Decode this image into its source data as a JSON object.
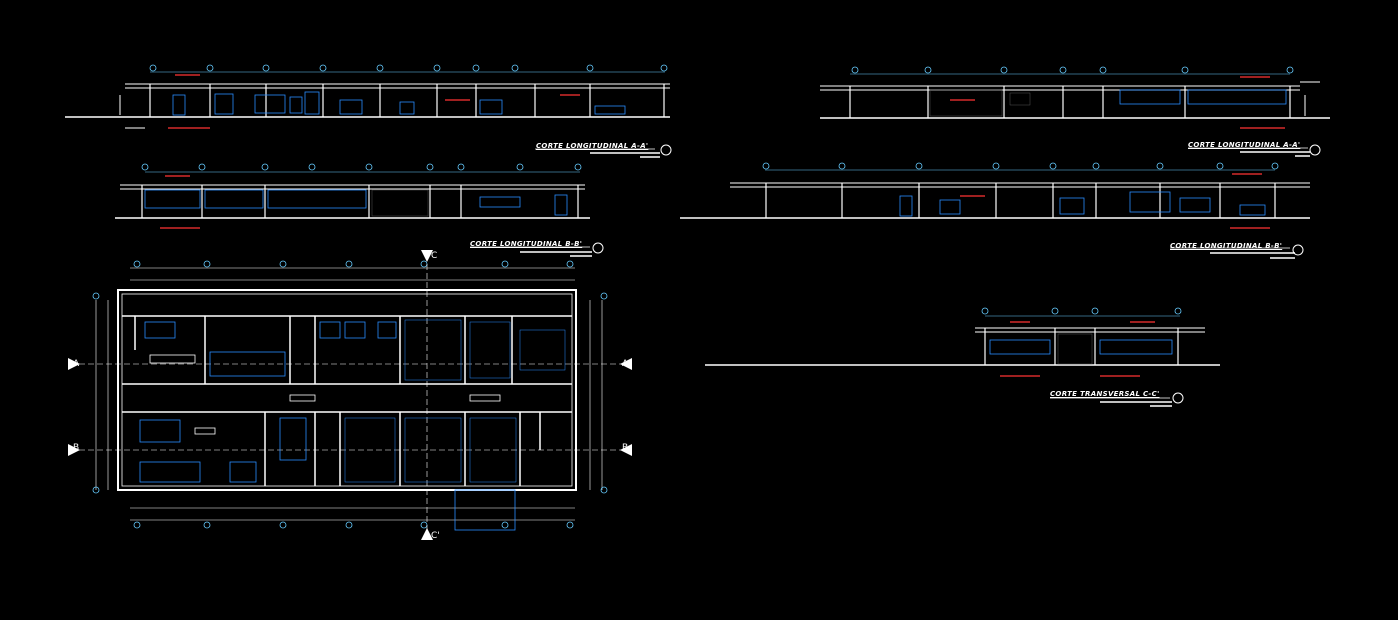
{
  "drawing": {
    "background": "#000000",
    "line_color": "#ffffff",
    "accent_color": "#2a8cff",
    "section_labels": {
      "aa_left": "CORTE LONGITUDINAL A-A'",
      "aa_right": "CORTE LONGITUDINAL A-A'",
      "bb_left": "CORTE LONGITUDINAL B-B'",
      "bb_right": "CORTE LONGITUDINAL B-B'",
      "cc": "CORTE TRANSVERSAL C-C'"
    },
    "axis_markers": {
      "a": "A",
      "b": "B",
      "c_top": "C",
      "c_bottom": "C'"
    }
  }
}
